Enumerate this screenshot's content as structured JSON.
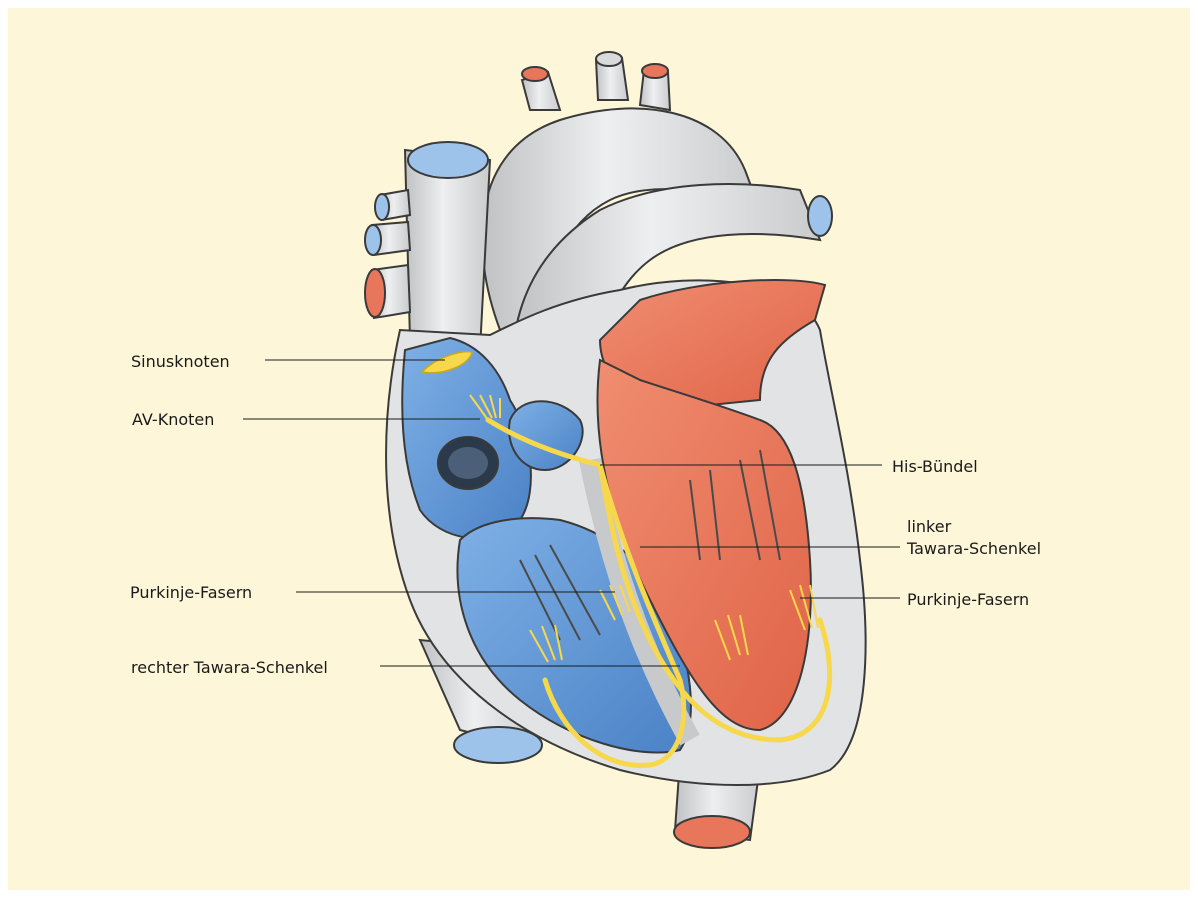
{
  "labels": {
    "sinusknoten": "Sinusknoten",
    "av_knoten": "AV-Knoten",
    "his_buendel": "His-Bündel",
    "linker_line1": "linker",
    "linker_line2": "Tawara-Schenkel",
    "purkinje_left": "Purkinje-Fasern",
    "purkinje_right": "Purkinje-Fasern",
    "rechter": "rechter Tawara-Schenkel"
  },
  "colors": {
    "background": "#fdf6d8",
    "vessel_gray": "#d9dadb",
    "right_heart_blue": "#5b95d6",
    "left_heart_red": "#e8765a",
    "conduction_yellow": "#f7d84a",
    "outline": "#3a3a3a"
  }
}
